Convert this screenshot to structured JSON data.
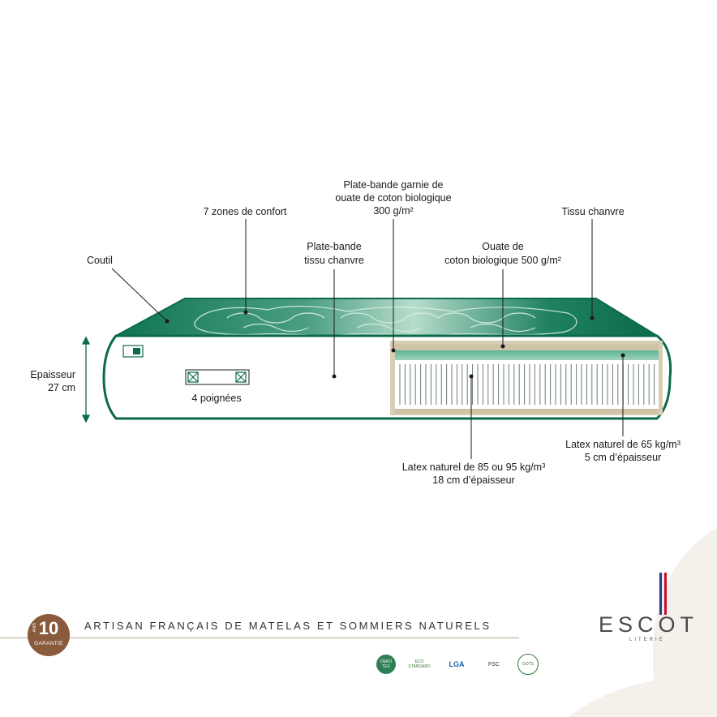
{
  "labels": {
    "coutil": "Coutil",
    "zones": "7 zones de confort",
    "plate_garnie_1": "Plate-bande garnie de",
    "plate_garnie_2": "ouate de coton biologique",
    "plate_garnie_3": "300 g/m²",
    "tissu_chanvre": "Tissu chanvre",
    "plate_tissu_1": "Plate-bande",
    "plate_tissu_2": "tissu chanvre",
    "ouate_1": "Ouate de",
    "ouate_2": "coton biologique 500 g/m²",
    "epaisseur_1": "Epaisseur",
    "epaisseur_2": "27 cm",
    "poignees": "4 poignées",
    "latex85_1": "Latex naturel de 85 ou 95 kg/m³",
    "latex85_2": "18 cm d’épaisseur",
    "latex65_1": "Latex naturel de 65 kg/m³",
    "latex65_2": "5 cm d’épaisseur"
  },
  "footer": {
    "tagline": "ARTISAN FRANÇAIS DE MATELAS ET SOMMIERS NATURELS",
    "badge_number": "10",
    "badge_ans": "ANS",
    "badge_garantie": "GARANTIE",
    "brand": "ESCOT",
    "brand_sub": "LITERIE",
    "certifications": [
      "OEKO TEX",
      "ECO STANDARD",
      "LGA",
      "FSC",
      "GOTS"
    ]
  },
  "colors": {
    "green_dark": "#0b6a4b",
    "green_mid": "#2f8f6c",
    "green_light": "#6fb99a",
    "sand": "#d7cdb4",
    "footer_line": "#b9a98a",
    "badge": "#8a5a3c",
    "flag_blue": "#1e3f8a",
    "flag_red": "#c8102e"
  }
}
